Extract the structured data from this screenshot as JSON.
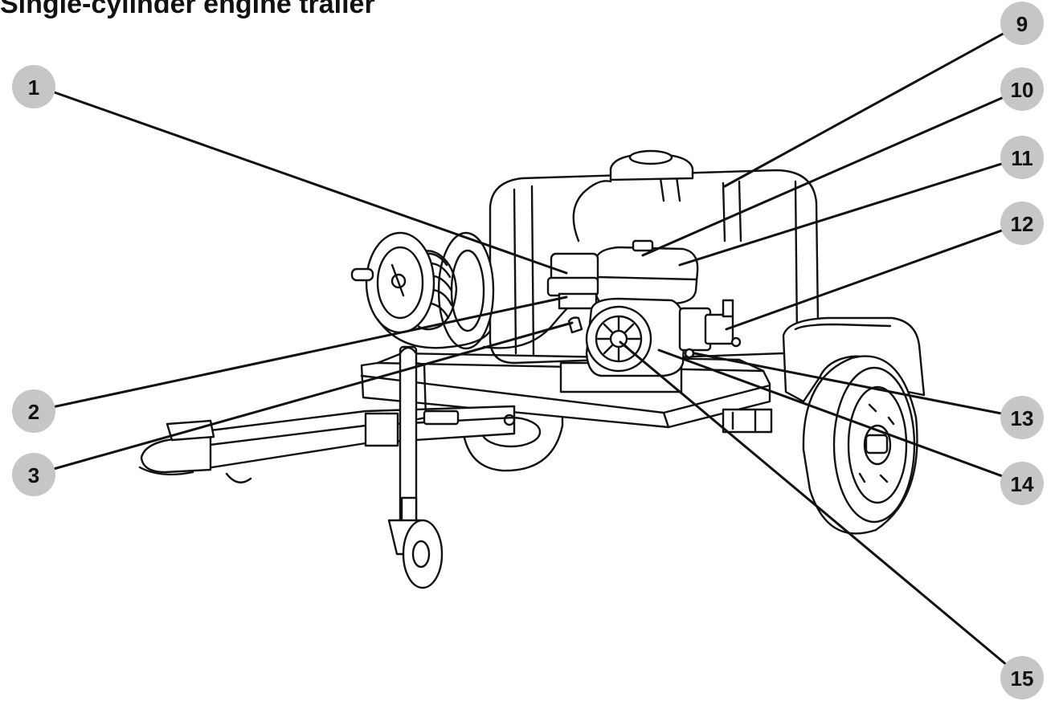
{
  "title": "Single-cylinder engine trailer",
  "callouts": [
    "1",
    "2",
    "3",
    "9",
    "10",
    "11",
    "12",
    "13",
    "14",
    "15"
  ]
}
